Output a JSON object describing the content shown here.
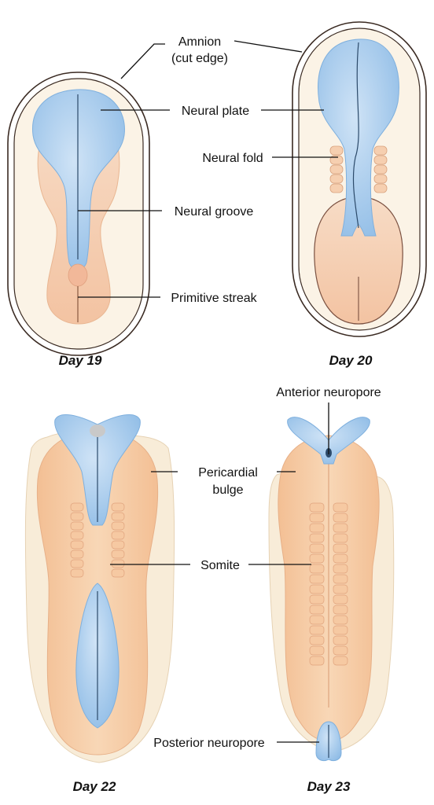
{
  "labels": {
    "amnion": "Amnion",
    "amnion_sub": "(cut edge)",
    "neural_plate": "Neural plate",
    "neural_fold": "Neural fold",
    "neural_groove": "Neural groove",
    "primitive_streak": "Primitive streak",
    "anterior_neuropore": "Anterior neuropore",
    "pericardial": "Pericardial",
    "pericardial_sub": "bulge",
    "somite": "Somite",
    "posterior_neuropore": "Posterior neuropore"
  },
  "stages": {
    "day19": "Day 19",
    "day20": "Day 20",
    "day22": "Day 22",
    "day23": "Day 23"
  },
  "colors": {
    "neural_blue": "#a9cdee",
    "ectoderm_peach": "#f6cfb0",
    "embryo_orange": "#f4c9a3",
    "amnion_cream": "#f8ecd8",
    "outline": "#3a2a22"
  }
}
